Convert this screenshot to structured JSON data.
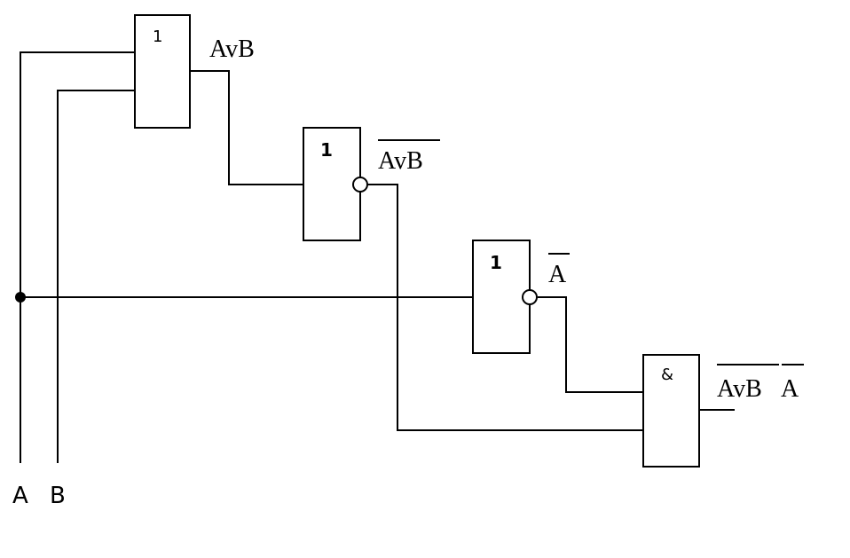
{
  "gates": [
    {
      "id": "or",
      "symbol": "1",
      "output_label": "AvB"
    },
    {
      "id": "nor",
      "symbol": "1",
      "output_label": "AvB"
    },
    {
      "id": "not",
      "symbol": "1",
      "output_label": "A"
    },
    {
      "id": "and",
      "symbol": "&",
      "output_label_parts": [
        "AvB",
        "A"
      ]
    }
  ],
  "inputs": {
    "a": "A",
    "b": "B"
  }
}
